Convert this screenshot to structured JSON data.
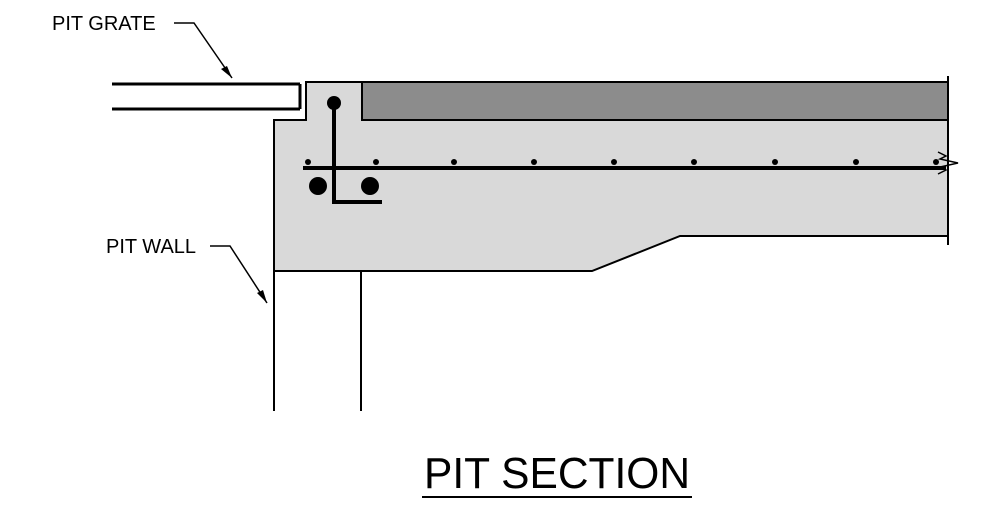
{
  "labels": {
    "pit_grate": "PIT GRATE",
    "pit_wall": "PIT WALL"
  },
  "title": "PIT SECTION",
  "colors": {
    "concrete": "#d9d9d9",
    "topping": "#8c8c8c",
    "line": "#000000",
    "background": "#ffffff"
  }
}
